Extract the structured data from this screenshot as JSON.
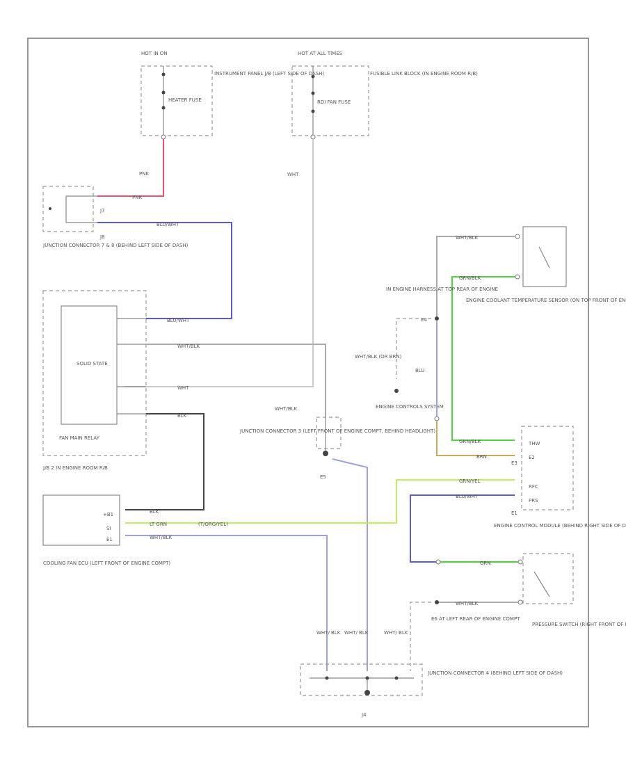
{
  "diagram": {
    "footer_code": "",
    "fuses": {
      "heater": {
        "hot_label": "HOT IN ON",
        "fuse_label": "HEATER FUSE",
        "location": "INSTRUMENT PANEL J/B (LEFT SIDE OF DASH)"
      },
      "rdi_fan": {
        "hot_label": "HOT AT ALL TIMES",
        "fuse_label": "RDI FAN FUSE",
        "location": "FUSIBLE LINK BLOCK (IN ENGINE ROOM R/B)"
      }
    },
    "connectors": {
      "jc78": "JUNCTION CONNECTOR 7 & 8 (BEHIND LEFT SIDE OF DASH)",
      "j7": "J7",
      "j8": "J8",
      "jc3": "JUNCTION CONNECTOR 3 (LEFT FRONT OF ENGINE COMPT, BEHIND HEADLIGHT)",
      "jc4": "JUNCTION CONNECTOR 4 (BEHIND LEFT SIDE OF DASH)",
      "e4": "E4",
      "e5": "E5",
      "e6": "E6",
      "e6_label": "E6 AT LEFT REAR OF ENGINE COMPT",
      "e4_harness": "IN ENGINE HARNESS AT TOP REAR OF ENGINE",
      "ground_e3": "E3",
      "ground_e4": "E4",
      "ground_e5": "E5",
      "ground_j4": "J4"
    },
    "components": {
      "fan_relay": {
        "label": "FAN MAIN RELAY",
        "inner": "SOLID STATE",
        "sub_label": "J/B 2 IN ENGINE ROOM R/B"
      },
      "ecu": {
        "label": "COOLING FAN ECU (LEFT FRONT OF ENGINE COMPT)",
        "pin_top": "+B1",
        "pin_mid": "SI",
        "pin_bot": "E1"
      },
      "ecm": {
        "label": "ENGINE CONTROL MODULE (BEHIND RIGHT SIDE OF DASH)",
        "pin_thw": "THW",
        "pin_e2": "E2",
        "pin_rfc": "RFC",
        "pin_prs": "PRS",
        "pin_e1": "E1"
      },
      "sensor": "ENGINE COOLANT TEMPERATURE SENSOR (ON TOP FRONT OF ENGINE)",
      "switch": "PRESSURE SWITCH (RIGHT FRONT OF ENGINE COMPT)",
      "ecs": "ENGINE CONTROLS SYSTEM"
    },
    "wires": {
      "pnk": "PNK",
      "blu_wht": "BLU/WHT",
      "wht": "WHT",
      "wht_blk": "WHT/BLK",
      "blk": "BLK",
      "lt_grn": "LT GRN",
      "torg_yel": "(T/ORG/YEL)",
      "blu": "BLU",
      "grn_blk": "GRN/BLK",
      "brn": "BRN",
      "grn_yel": "GRN/YEL",
      "grn": "GRN",
      "wht_blk_or_brn": "WHT/BLK (OR BRN)",
      "wht_slash_blk": "WHT/ BLK"
    },
    "colors": {
      "pink": "#f0506e",
      "blue": "#5a5ad2",
      "green": "#4fd23b",
      "yellowgreen": "#bdf05a",
      "lightblue": "#9f9fe6",
      "tan": "#c8aa64",
      "dark": "#444444",
      "gray": "#aaaaaa"
    }
  }
}
